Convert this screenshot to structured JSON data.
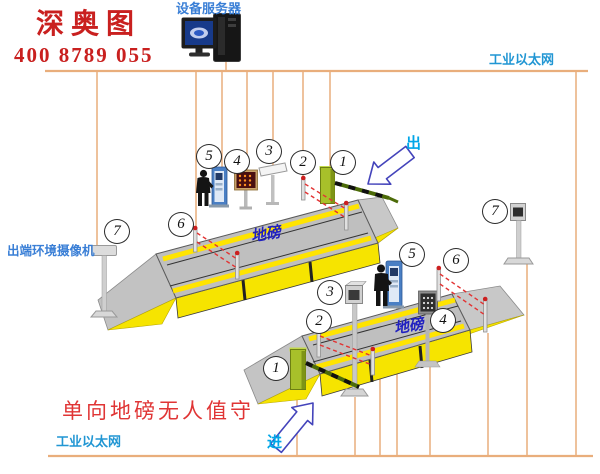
{
  "brand": {
    "name": "深奥图",
    "phone": "400 8789 055"
  },
  "server": {
    "label": "设备服务器"
  },
  "network": {
    "top_label": "工业以太网",
    "bottom_label": "工业以太网"
  },
  "labels": {
    "exit_camera": "出端环境摄像机",
    "scale_upper": "地磅",
    "scale_lower": "地磅",
    "exit": "出",
    "enter": "进",
    "caption": "单向地磅无人值守"
  },
  "badges": {
    "upper": {
      "b1": "1",
      "b2": "2",
      "b3": "3",
      "b4": "4",
      "b5": "5",
      "b6": "6"
    },
    "left7": "7",
    "right7": "7",
    "lower": {
      "b1": "1",
      "b2": "2",
      "b3": "3",
      "b4": "4",
      "b5": "5",
      "b6": "6"
    }
  },
  "colors": {
    "brand_red": "#c9201f",
    "caption_red": "#e03535",
    "label_blue": "#3a7fd6",
    "ethernet_blue": "#2196d3",
    "scale_blue": "#2020c0",
    "flow_cyan": "#00a6e8",
    "line_tan": "#e9ae7c",
    "beam_red": "#e23333",
    "arrow_blue": "#4444bb"
  }
}
